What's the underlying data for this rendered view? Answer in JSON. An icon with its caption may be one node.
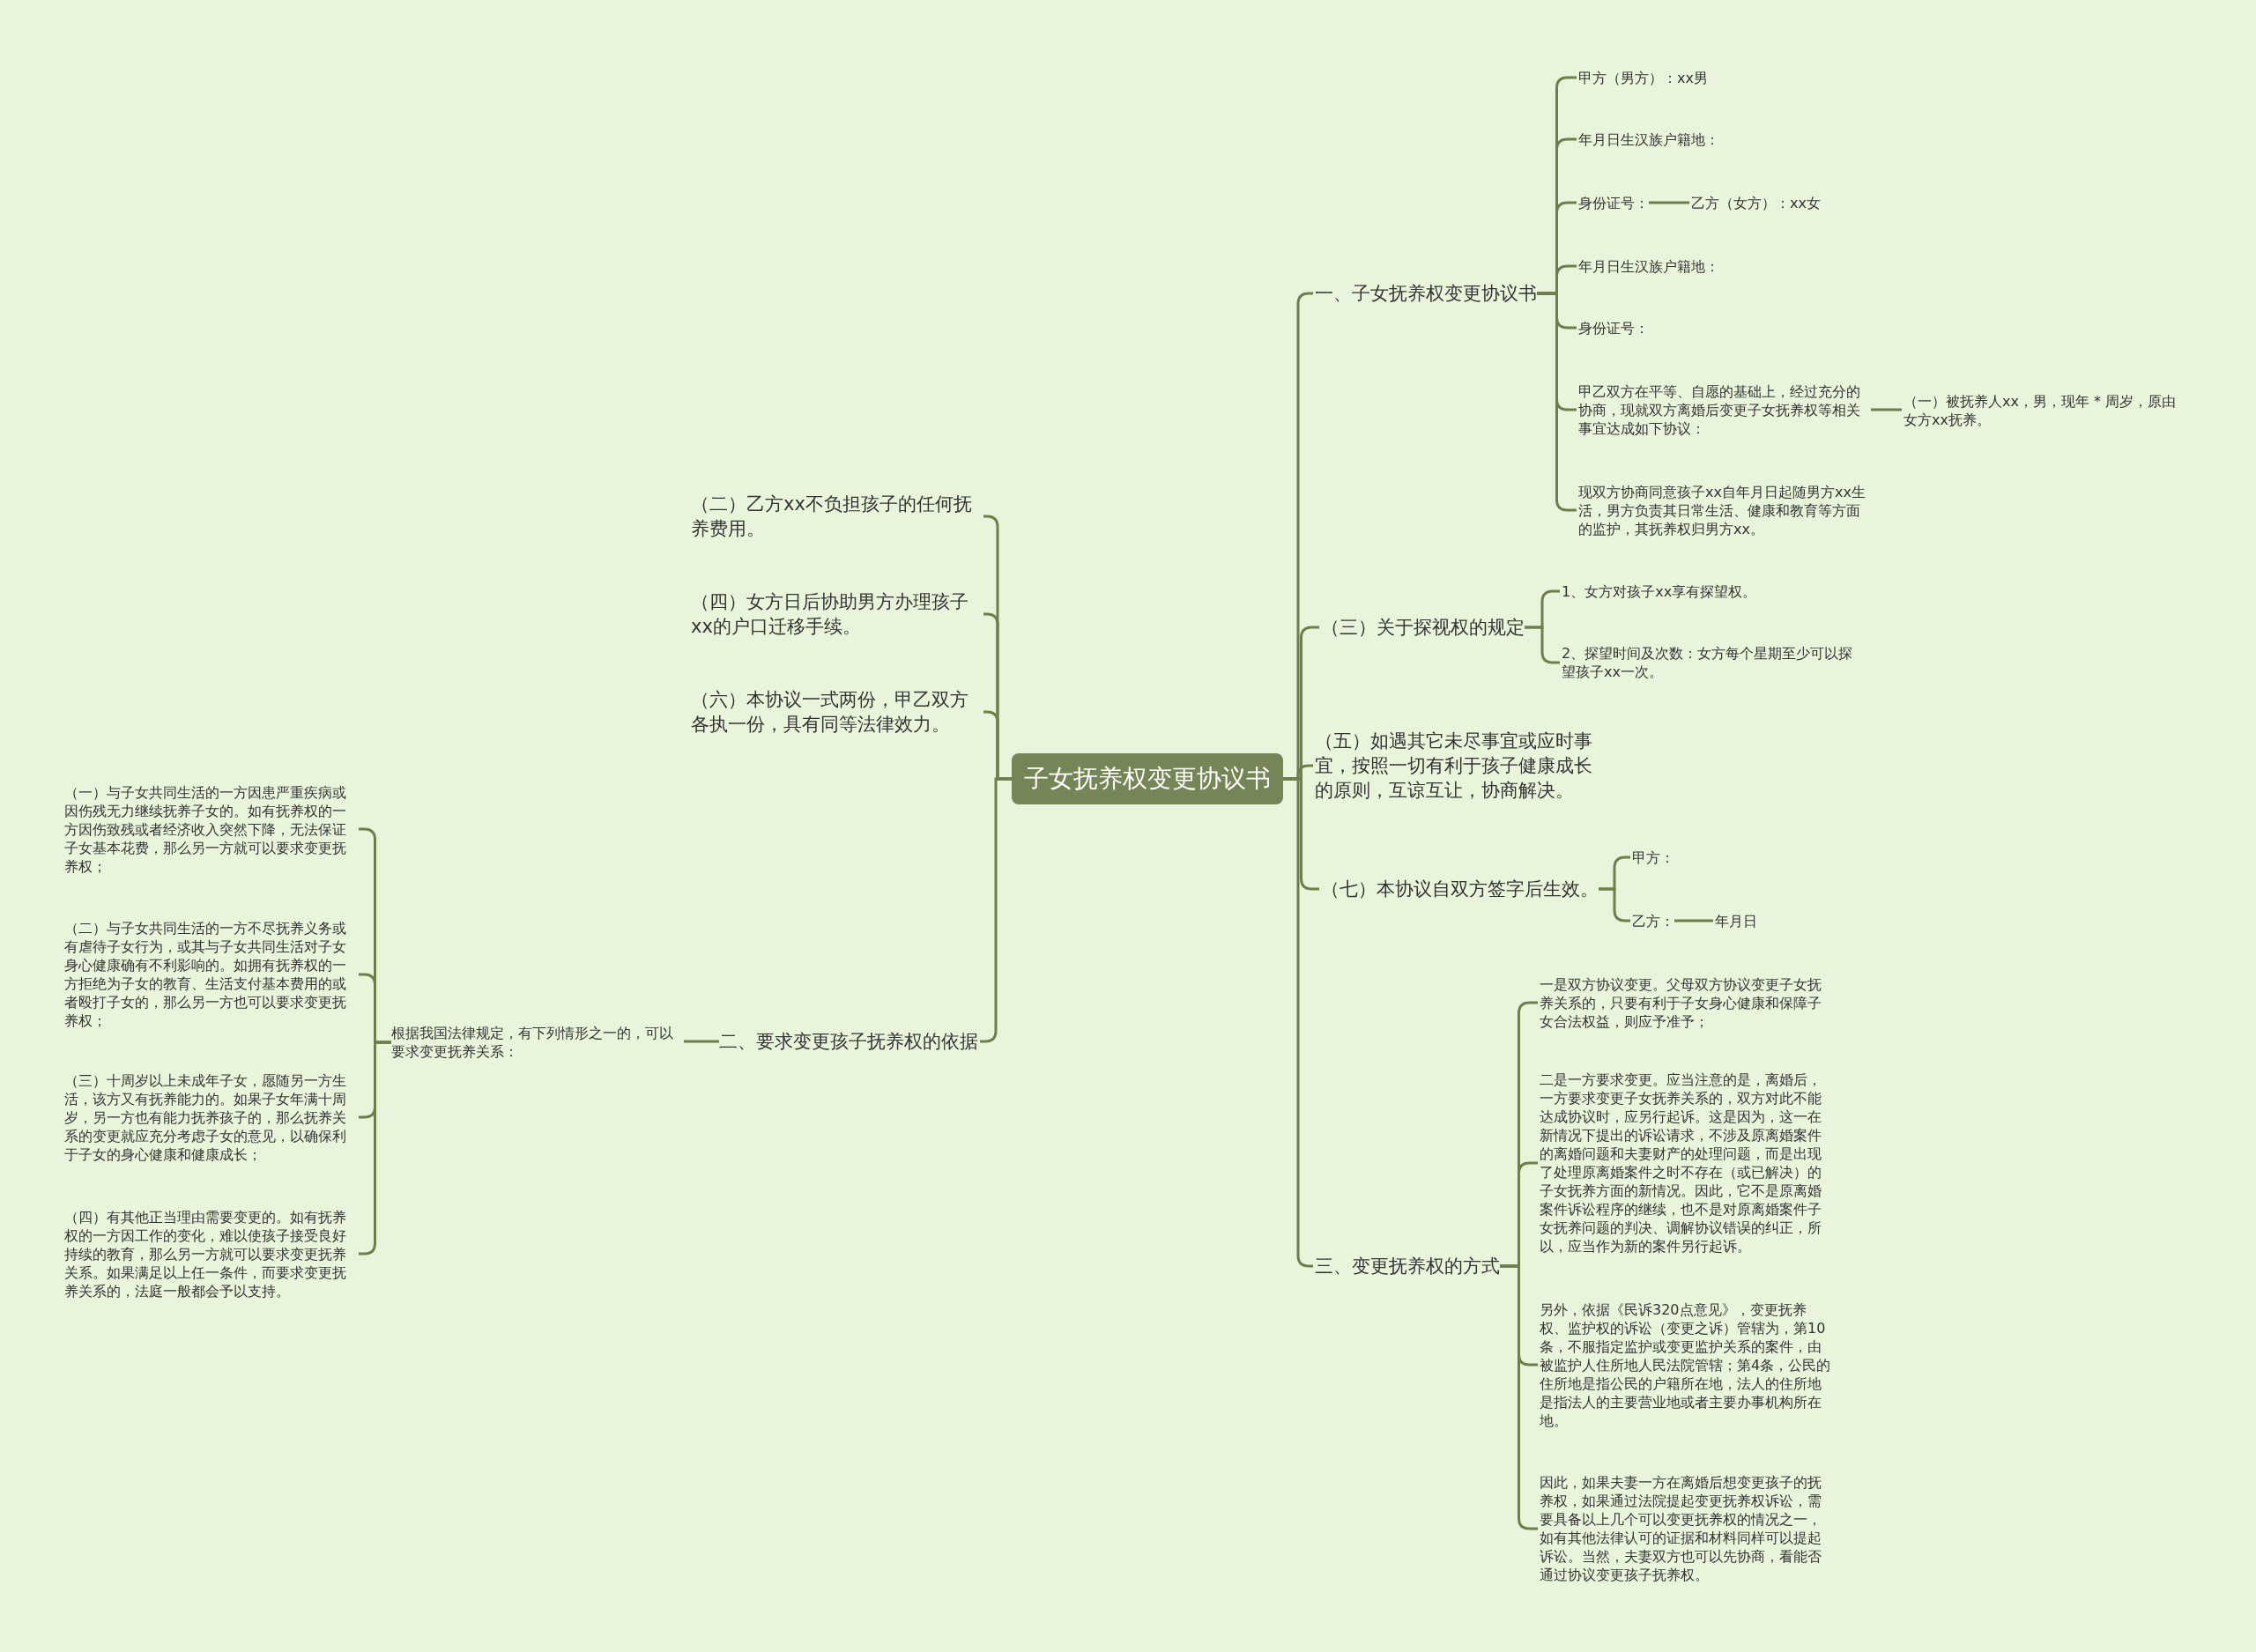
{
  "diagram": {
    "nodes": [
      {
        "text": [
          "子女抚养权变更协议书"
        ]
      },
      {
        "text": [
          "（二）乙方xx不负担孩子的任何抚养费用。"
        ]
      },
      {
        "text": [
          "（四）女方日后协助男方办理孩子xx的户口迁移手续。"
        ]
      },
      {
        "text": [
          "（六）本协议一式两份，甲乙双方各执一份，具有同等法律效力。"
        ]
      },
      {
        "text": [
          "二、要求变更孩子抚养权的依据"
        ]
      },
      {
        "text": [
          "根据我国法律规定，有下列情形之一的，可以要求变更抚养关系："
        ]
      },
      {
        "text": [
          "（一）与子女共同生活的一方因患严重疾病或因伤残无力继续抚养子女的。如有抚养权的一方因伤致残或者经济收入突然下降，无法保证子女基本花费，那么另一方就可以要求变更抚养权；"
        ]
      },
      {
        "text": [
          "（二）与子女共同生活的一方不尽抚养义务或有虐待子女行为，或其与子女共同生活对子女身心健康确有不利影响的。如拥有抚养权的一方拒绝为子女的教育、生活支付基本费用的或者殴打子女的，那么另一方也可以要求变更抚养权；"
        ]
      },
      {
        "text": [
          "（三）十周岁以上未成年子女，愿随另一方生活，该方又有抚养能力的。如果子女年满十周岁，另一方也有能力抚养孩子的，那么抚养关系的变更就应充分考虑子女的意见，以确保利于子女的身心健康和健康成长；"
        ]
      },
      {
        "text": [
          "（四）有其他正当理由需要变更的。如有抚养权的一方因工作的变化，难以使孩子接受良好持续的教育，那么另一方就可以要求变更抚养关系。如果满足以上任一条件，而要求变更抚养关系的，法庭一般都会予以支持。"
        ]
      },
      {
        "text": [
          "一、子女抚养权变更协议书"
        ]
      },
      {
        "text": [
          "甲方（男方）：xx男"
        ]
      },
      {
        "text": [
          "年月日生汉族户籍地："
        ]
      },
      {
        "text": [
          "身份证号："
        ]
      },
      {
        "text": [
          "乙方（女方）：xx女"
        ]
      },
      {
        "text": [
          "年月日生汉族户籍地："
        ]
      },
      {
        "text": [
          "身份证号："
        ]
      },
      {
        "text": [
          "甲乙双方在平等、自愿的基础上，经过充分的协商，现就双方离婚后变更子女抚养权等相关事宜达成如下协议："
        ]
      },
      {
        "text": [
          "（一）被抚养人xx，男，现年 * 周岁，原由女方xx抚养。"
        ]
      },
      {
        "text": [
          "现双方协商同意孩子xx自年月日起随男方xx生活，男方负责其日常生活、健康和教育等方面的监护，其抚养权归男方xx。"
        ]
      },
      {
        "text": [
          "（三）关于探视权的规定"
        ]
      },
      {
        "text": [
          "1、女方对孩子xx享有探望权。"
        ]
      },
      {
        "text": [
          "2、探望时间及次数：女方每个星期至少可以探望孩子xx一次。"
        ]
      },
      {
        "text": [
          "（五）如遇其它未尽事宜或应时事宜，按照一切有利于孩子健康成长的原则，互谅互让，协商解决。"
        ]
      },
      {
        "text": [
          "（七）本协议自双方签字后生效。"
        ]
      },
      {
        "text": [
          "甲方："
        ]
      },
      {
        "text": [
          "乙方："
        ]
      },
      {
        "text": [
          "年月日"
        ]
      },
      {
        "text": [
          "三、变更抚养权的方式"
        ]
      },
      {
        "text": [
          "一是双方协议变更。父母双方协议变更子女抚养关系的，只要有利于子女身心健康和保障子女合法权益，则应予准予；"
        ]
      },
      {
        "text": [
          "二是一方要求变更。应当注意的是，离婚后，一方要求变更子女抚养关系的，双方对此不能达成协议时，应另行起诉。这是因为，这一在新情况下提出的诉讼请求，不涉及原离婚案件的离婚问题和夫妻财产的处理问题，而是出现了处理原离婚案件之时不存在（或已解决）的子女抚养方面的新情况。因此，它不是原离婚案件诉讼程序的继续，也不是对原离婚案件子女抚养问题的判决、调解协议错误的纠正，所以，应当作为新的案件另行起诉。"
        ]
      },
      {
        "text": [
          "另外，依据《民诉320点意见》，变更抚养权、监护权的诉讼（变更之诉）管辖为，第10条，不服指定监护或变更监护关系的案件，由被监护人住所地人民法院管辖；第4条，公民的住所地是指公民的户籍所在地，法人的住所地是指法人的主要营业地或者主要办事机构所在地。"
        ]
      },
      {
        "text": [
          "因此，如果夫妻一方在离婚后想变更孩子的抚养权，如果通过法院提起变更抚养权诉讼，需要具备以上几个可以变更抚养权的情况之一，如有其他法律认可的证据和材料同样可以提起诉讼。当然，夫妻双方也可以先协商，看能否通过协议变更孩子抚养权。"
        ]
      }
    ],
    "edges": [
      {
        "from": 0,
        "to": 1,
        "arrow": "none"
      },
      {
        "from": 0,
        "to": 2,
        "arrow": "none"
      },
      {
        "from": 0,
        "to": 3,
        "arrow": "none"
      },
      {
        "from": 0,
        "to": 4,
        "arrow": "none"
      },
      {
        "from": 4,
        "to": 5,
        "arrow": "none"
      },
      {
        "from": 5,
        "to": 6,
        "arrow": "none"
      },
      {
        "from": 5,
        "to": 7,
        "arrow": "none"
      },
      {
        "from": 5,
        "to": 8,
        "arrow": "none"
      },
      {
        "from": 5,
        "to": 9,
        "arrow": "none"
      },
      {
        "from": 0,
        "to": 10,
        "arrow": "none"
      },
      {
        "from": 10,
        "to": 11,
        "arrow": "none"
      },
      {
        "from": 10,
        "to": 12,
        "arrow": "none"
      },
      {
        "from": 10,
        "to": 13,
        "arrow": "none"
      },
      {
        "from": 13,
        "to": 14,
        "arrow": "none"
      },
      {
        "from": 10,
        "to": 15,
        "arrow": "none"
      },
      {
        "from": 10,
        "to": 16,
        "arrow": "none"
      },
      {
        "from": 10,
        "to": 17,
        "arrow": "none"
      },
      {
        "from": 17,
        "to": 18,
        "arrow": "none"
      },
      {
        "from": 10,
        "to": 19,
        "arrow": "none"
      },
      {
        "from": 0,
        "to": 20,
        "arrow": "none"
      },
      {
        "from": 20,
        "to": 21,
        "arrow": "none"
      },
      {
        "from": 20,
        "to": 22,
        "arrow": "none"
      },
      {
        "from": 0,
        "to": 23,
        "arrow": "none"
      },
      {
        "from": 0,
        "to": 24,
        "arrow": "none"
      },
      {
        "from": 24,
        "to": 25,
        "arrow": "none"
      },
      {
        "from": 24,
        "to": 26,
        "arrow": "none"
      },
      {
        "from": 26,
        "to": 27,
        "arrow": "none"
      },
      {
        "from": 0,
        "to": 28,
        "arrow": "none"
      },
      {
        "from": 28,
        "to": 29,
        "arrow": "none"
      },
      {
        "from": 28,
        "to": 30,
        "arrow": "none"
      },
      {
        "from": 28,
        "to": 31,
        "arrow": "none"
      },
      {
        "from": 28,
        "to": 32,
        "arrow": "none"
      }
    ]
  }
}
